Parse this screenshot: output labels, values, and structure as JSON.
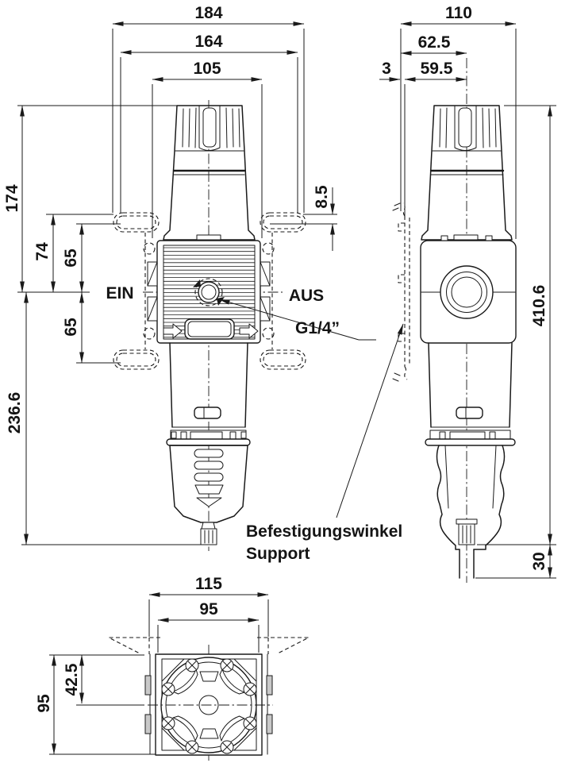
{
  "drawing": {
    "title_hint": "filter-regulator dimensional drawing",
    "colors": {
      "line": "#1a1a1a",
      "background": "#ffffff"
    },
    "front": {
      "w_overall": "184",
      "w_bracket": "164",
      "w_body": "105",
      "h_knob_to_axis": "174",
      "h_bracket_to_axis": "74",
      "h_face_to_axis": "65",
      "h_axis_to_lower": "65",
      "offset_bracket": "8.5",
      "h_axis_to_bottom": "236.6",
      "inlet": "EIN",
      "outlet": "AUS",
      "port_thread": "G1/4”"
    },
    "side": {
      "w_overall": "110",
      "w_bracket_to_axis": "62.5",
      "bracket_thickness": "3",
      "w_face_to_axis": "59.5",
      "h_total": "410.6",
      "h_drain": "30"
    },
    "bottom": {
      "w_bracket": "115",
      "w_body": "95",
      "v_top_to_axis": "42.5",
      "v_body": "95"
    },
    "callout": {
      "line1": "Befestigungswinkel",
      "line2": "Support"
    }
  }
}
